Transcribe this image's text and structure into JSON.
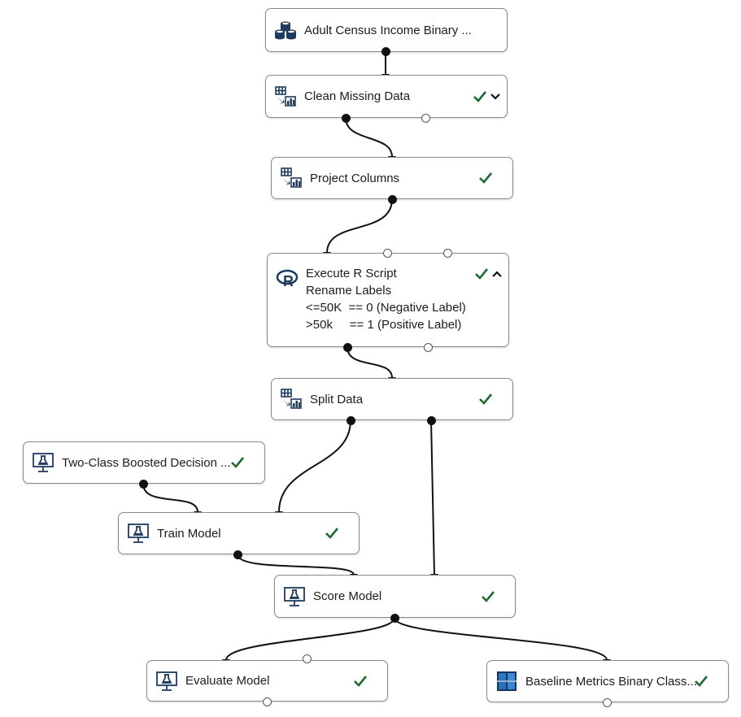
{
  "colors": {
    "check": "#1e6a2f",
    "edge": "#111111",
    "icon": "#1e3a5f"
  },
  "nodes": {
    "adult_census": {
      "label": "Adult Census Income Binary ...",
      "icon": "dataset-icon"
    },
    "clean_missing": {
      "label": "Clean Missing Data",
      "icon": "data-transform-icon",
      "status": "checkmark",
      "expander": "chevron-down"
    },
    "project_columns": {
      "label": "Project Columns",
      "icon": "data-transform-icon",
      "status": "checkmark"
    },
    "execute_r": {
      "label": "Execute R Script",
      "lines": [
        "Rename Labels",
        "<=50K  == 0 (Negative Label)",
        ">50k     == 1 (Positive Label)"
      ],
      "icon": "r-language-icon",
      "status": "checkmark",
      "expander": "chevron-up"
    },
    "split_data": {
      "label": "Split Data",
      "icon": "data-transform-icon",
      "status": "checkmark"
    },
    "two_class": {
      "label": "Two-Class Boosted Decision ...",
      "icon": "ml-model-icon",
      "status": "checkmark"
    },
    "train_model": {
      "label": "Train Model",
      "icon": "ml-model-icon",
      "status": "checkmark"
    },
    "score_model": {
      "label": "Score Model",
      "icon": "ml-model-icon",
      "status": "checkmark"
    },
    "evaluate_model": {
      "label": "Evaluate Model",
      "icon": "ml-model-icon",
      "status": "checkmark"
    },
    "baseline_metrics": {
      "label": "Baseline Metrics Binary Class...",
      "icon": "dataset-output-icon",
      "status": "checkmark"
    }
  }
}
